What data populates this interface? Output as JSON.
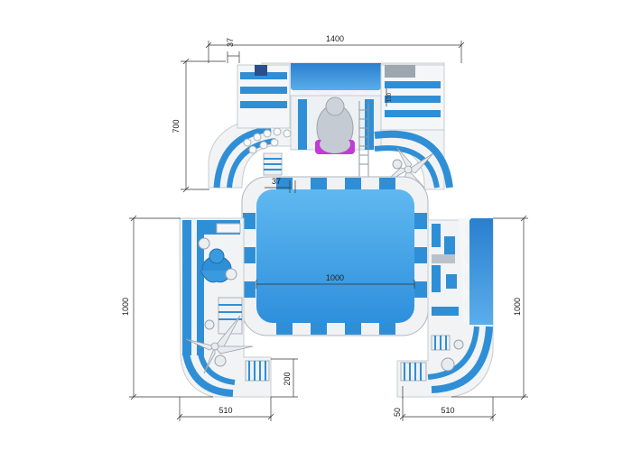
{
  "colors": {
    "blue": "#2f8fd6",
    "light_blue": "#5db4ec",
    "pool": "#3fa3e8",
    "white": "#f2f4f6",
    "grey": "#b9c2cb",
    "pink": "#c13bd6",
    "dim": "#333333"
  },
  "dimensions": {
    "top_width": "1400",
    "top_offset": "37",
    "left_height": "700",
    "inner_offset": "37",
    "wall_height": "100",
    "pool_width": "1000",
    "left_module_height": "1000",
    "right_module_height": "1000",
    "left_step": "200",
    "left_width": "510",
    "right_width": "510",
    "right_step": "50"
  }
}
